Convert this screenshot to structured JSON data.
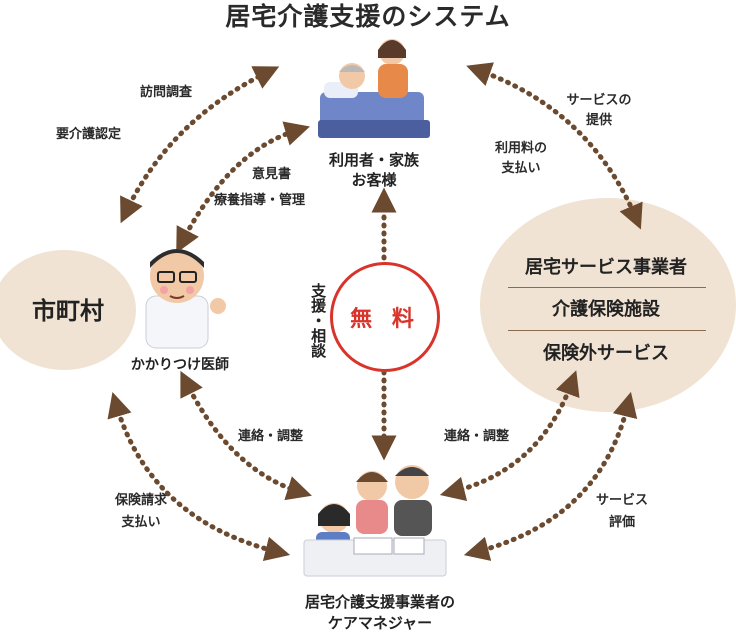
{
  "title": "居宅介護支援のシステム",
  "center_badge": "無 料",
  "nodes": {
    "user": [
      "利用者・家族",
      "お客様"
    ],
    "municipality": "市町村",
    "doctor": "かかりつけ医師",
    "providers": [
      "居宅サービス事業者",
      "介護保険施設",
      "保険外サービス"
    ],
    "care_manager": [
      "居宅介護支援事業者の",
      "ケアマネジャー"
    ]
  },
  "labels": {
    "visit_survey": "訪問調査",
    "care_certification": "要介護認定",
    "opinion": "意見書",
    "guidance": "療養指導・管理",
    "support": "支援・相談",
    "service_provision": [
      "サービスの",
      "提供"
    ],
    "fee_payment": [
      "利用料の",
      "支払い"
    ],
    "liaison_left": "連絡・調整",
    "liaison_right": "連絡・調整",
    "insurance_claim": [
      "保険請求",
      "支払い"
    ],
    "service_eval": [
      "サービス",
      "評価"
    ]
  },
  "icons": [
    "bed-caregiver-illustration",
    "doctor-illustration",
    "care-manager-consultation-illustration"
  ],
  "colors": {
    "arrow": "#6b4a2f",
    "circle": "#f0e3d3",
    "accent": "#d9342b"
  }
}
